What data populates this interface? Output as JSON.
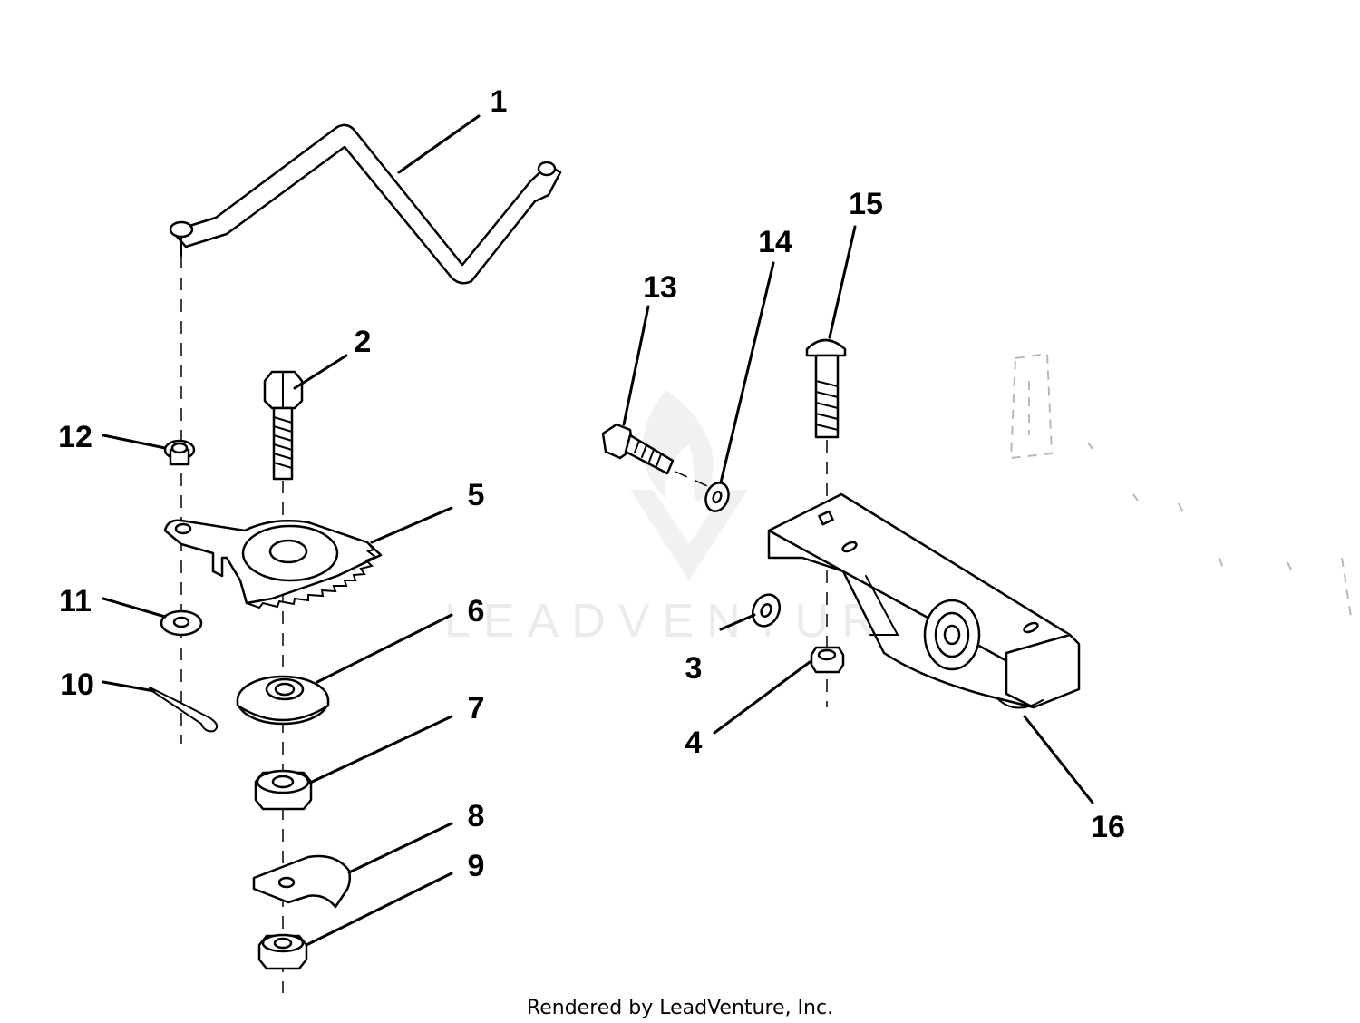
{
  "callouts": [
    {
      "id": "1",
      "label": "1"
    },
    {
      "id": "2",
      "label": "2"
    },
    {
      "id": "3",
      "label": "3"
    },
    {
      "id": "4",
      "label": "4"
    },
    {
      "id": "5",
      "label": "5"
    },
    {
      "id": "6",
      "label": "6"
    },
    {
      "id": "7",
      "label": "7"
    },
    {
      "id": "8",
      "label": "8"
    },
    {
      "id": "9",
      "label": "9"
    },
    {
      "id": "10",
      "label": "10"
    },
    {
      "id": "11",
      "label": "11"
    },
    {
      "id": "12",
      "label": "12"
    },
    {
      "id": "13",
      "label": "13"
    },
    {
      "id": "14",
      "label": "14"
    },
    {
      "id": "15",
      "label": "15"
    },
    {
      "id": "16",
      "label": "16"
    }
  ],
  "watermark": "LEADVENTURE",
  "footer": "Rendered by LeadVenture, Inc.",
  "colors": {
    "ink": "#000000",
    "background": "#ffffff",
    "watermark": "#ebebeb"
  }
}
